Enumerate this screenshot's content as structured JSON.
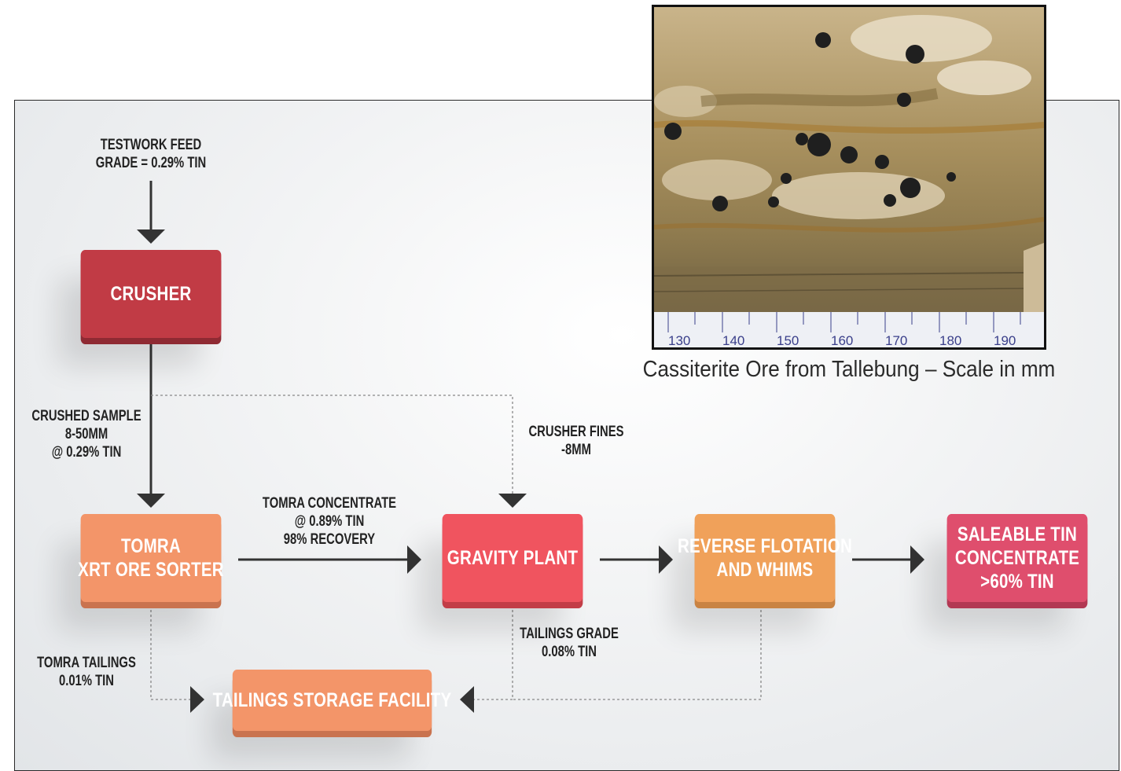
{
  "photo": {
    "caption": "Cassiterite Ore from Tallebung – Scale in mm",
    "ruler_ticks": [
      "130",
      "140",
      "150",
      "160",
      "170",
      "180",
      "190"
    ]
  },
  "nodes": {
    "crusher": {
      "lines": [
        "CRUSHER"
      ]
    },
    "tomra": {
      "lines": [
        "TOMRA",
        "XRT ORE SORTER"
      ]
    },
    "gravity_plant": {
      "lines": [
        "GRAVITY PLANT"
      ]
    },
    "reverse_flotation": {
      "lines": [
        "REVERSE FLOTATION",
        "AND WHIMS"
      ]
    },
    "saleable": {
      "lines": [
        "SALEABLE TIN",
        "CONCENTRATE",
        ">60% TIN"
      ]
    },
    "tailings_storage": {
      "lines": [
        "TAILINGS STORAGE FACILITY"
      ]
    }
  },
  "labels": {
    "testwork_feed": [
      "TESTWORK FEED",
      "GRADE = 0.29% TIN"
    ],
    "crushed_sample": [
      "CRUSHED SAMPLE",
      "8-50MM",
      "@ 0.29% TIN"
    ],
    "crusher_fines": [
      "CRUSHER FINES",
      "-8MM"
    ],
    "tomra_concentrate": [
      "TOMRA CONCENTRATE",
      "@ 0.89% TIN",
      "98% RECOVERY"
    ],
    "tailings_grade": [
      "TAILINGS GRADE",
      "0.08% TIN"
    ],
    "tomra_tailings": [
      "TOMRA TAILINGS",
      "0.01% TIN"
    ]
  },
  "colors": {
    "crusher": "#c13b45",
    "tomra": "#f39569",
    "gravity_plant": "#f0545f",
    "reverse_flotation": "#f0a15a",
    "saleable": "#df4e6d",
    "tailings_storage": "#f39569",
    "arrow": "#333333"
  }
}
